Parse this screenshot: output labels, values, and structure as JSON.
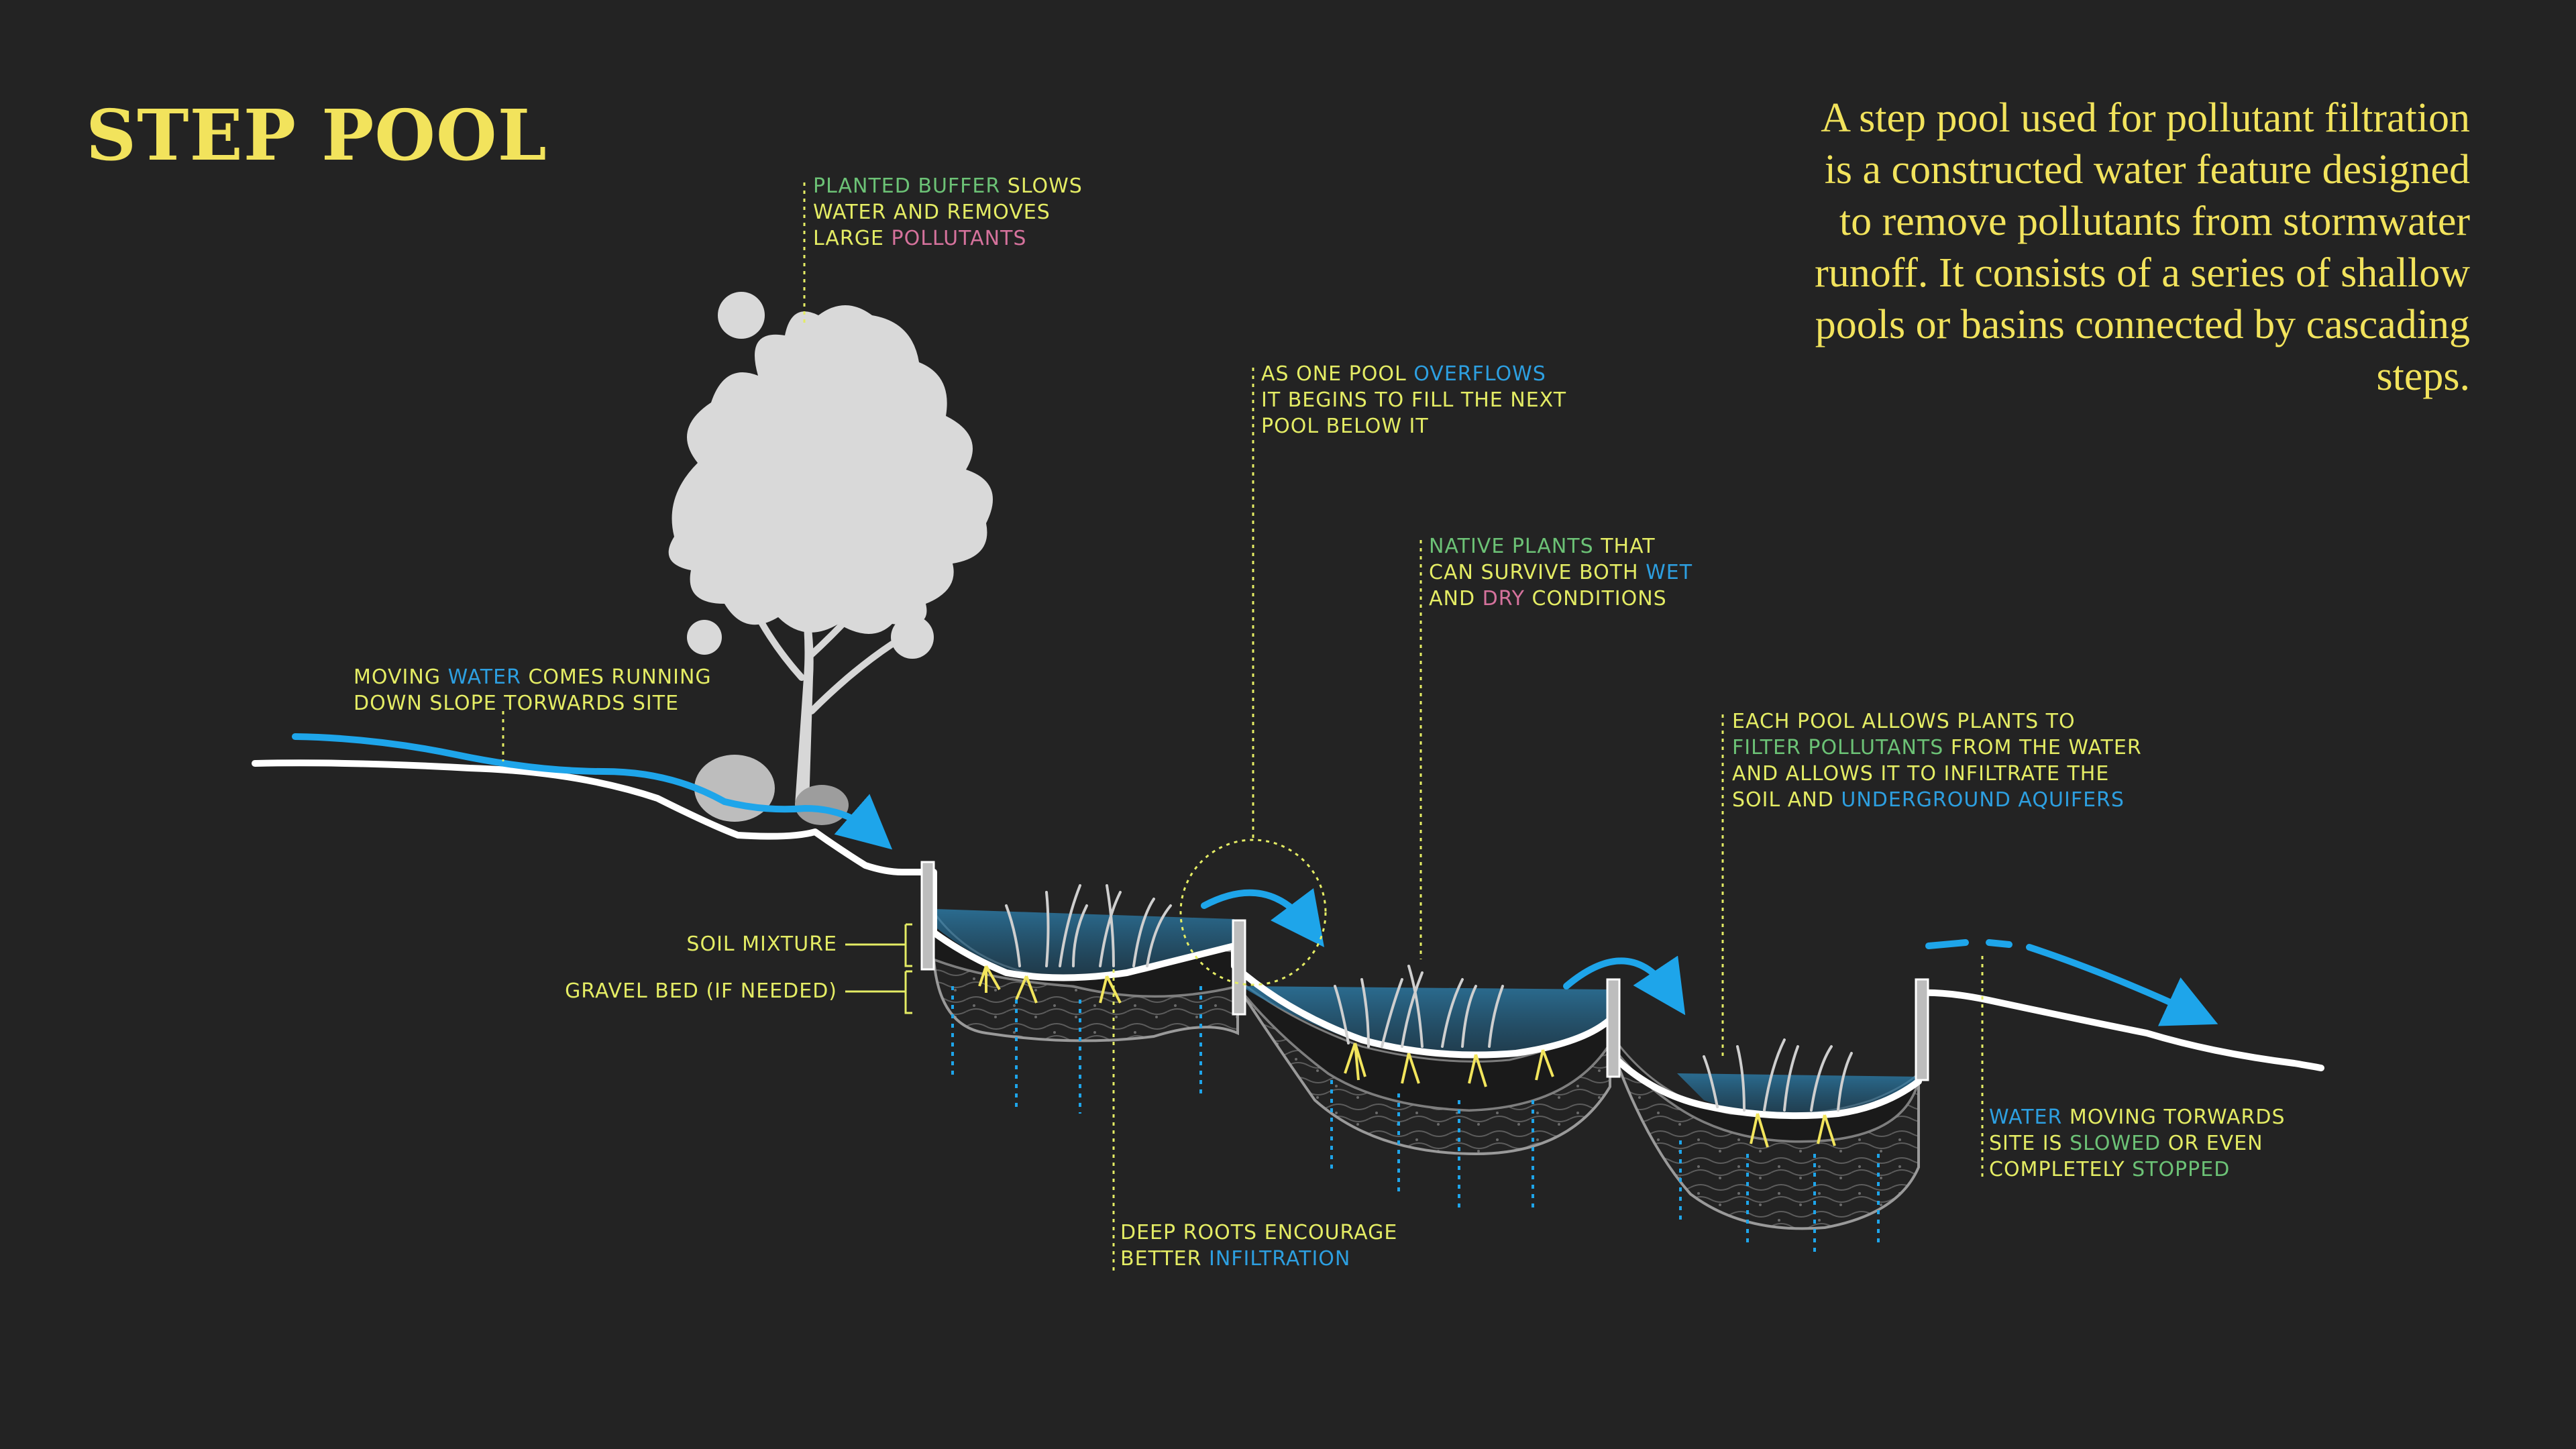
{
  "title": "STEP POOL",
  "description": "A step pool used for pollutant filtration is a constructed water feature designed to remove pollutants from stormwater runoff. It consists of a series of shallow pools or basins connected by cascading steps.",
  "colors": {
    "background": "#232323",
    "label_text": "#e4ec64",
    "water_blue": "#2d9fe0",
    "green_highlight": "#6cc276",
    "pink_highlight": "#d5729c",
    "title_yellow": "#f2e35c",
    "ground_line": "#ffffff"
  },
  "annotations": {
    "planted_buffer": [
      [
        {
          "t": "PLANTED BUFFER",
          "c": "g"
        },
        {
          "t": " SLOWS",
          "c": ""
        }
      ],
      [
        {
          "t": "WATER AND REMOVES",
          "c": ""
        }
      ],
      [
        {
          "t": "LARGE ",
          "c": ""
        },
        {
          "t": "POLLUTANTS",
          "c": "p"
        }
      ]
    ],
    "overflow": [
      [
        {
          "t": "AS ONE POOL ",
          "c": ""
        },
        {
          "t": "OVERFLOWS",
          "c": "b"
        }
      ],
      [
        {
          "t": "IT BEGINS TO FILL THE NEXT",
          "c": ""
        }
      ],
      [
        {
          "t": "POOL BELOW IT",
          "c": ""
        }
      ]
    ],
    "native_plants": [
      [
        {
          "t": "NATIVE PLANTS",
          "c": "g"
        },
        {
          "t": " THAT",
          "c": ""
        }
      ],
      [
        {
          "t": "CAN SURVIVE BOTH ",
          "c": ""
        },
        {
          "t": "WET",
          "c": "b"
        }
      ],
      [
        {
          "t": "AND ",
          "c": ""
        },
        {
          "t": "DRY",
          "c": "p"
        },
        {
          "t": " CONDITIONS",
          "c": ""
        }
      ]
    ],
    "moving_water": [
      [
        {
          "t": "MOVING ",
          "c": ""
        },
        {
          "t": "WATER",
          "c": "b"
        },
        {
          "t": " COMES RUNNING",
          "c": ""
        }
      ],
      [
        {
          "t": "DOWN SLOPE TORWARDS SITE",
          "c": ""
        }
      ]
    ],
    "each_pool": [
      [
        {
          "t": "EACH POOL ALLOWS PLANTS TO",
          "c": ""
        }
      ],
      [
        {
          "t": "FILTER POLLUTANTS",
          "c": "g"
        },
        {
          "t": " FROM THE WATER",
          "c": ""
        }
      ],
      [
        {
          "t": "AND ALLOWS IT TO INFILTRATE THE",
          "c": ""
        }
      ],
      [
        {
          "t": "SOIL AND ",
          "c": ""
        },
        {
          "t": "UNDERGROUND AQUIFERS",
          "c": "b"
        }
      ]
    ],
    "soil_mixture": [
      [
        {
          "t": "SOIL MIXTURE",
          "c": ""
        }
      ]
    ],
    "gravel_bed": [
      [
        {
          "t": "GRAVEL BED (IF NEEDED)",
          "c": ""
        }
      ]
    ],
    "deep_roots": [
      [
        {
          "t": "DEEP ROOTS ENCOURAGE",
          "c": ""
        }
      ],
      [
        {
          "t": "BETTER ",
          "c": ""
        },
        {
          "t": "INFILTRATION",
          "c": "b"
        }
      ]
    ],
    "water_slowed": [
      [
        {
          "t": "WATER",
          "c": "b"
        },
        {
          "t": " MOVING TORWARDS",
          "c": ""
        }
      ],
      [
        {
          "t": "SITE IS ",
          "c": ""
        },
        {
          "t": "SLOWED",
          "c": "g"
        },
        {
          "t": " OR EVEN",
          "c": ""
        }
      ],
      [
        {
          "t": "COMPLETELY ",
          "c": ""
        },
        {
          "t": "STOPPED",
          "c": "g"
        }
      ]
    ]
  }
}
